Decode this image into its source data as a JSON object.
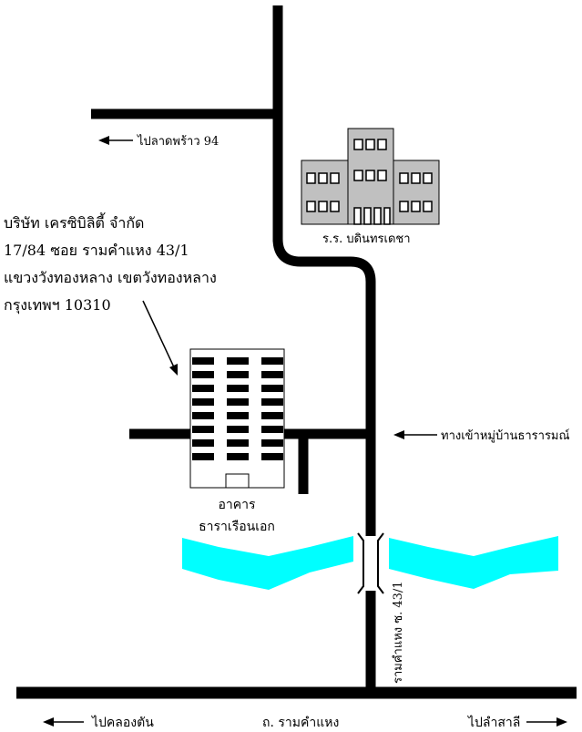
{
  "labels": {
    "to_ladprao": "ไปลาดพร้าว 94",
    "school": "ร.ร. บดินทรเดชา",
    "company_name": "บริษัท เครซิบิลิตี้ จำกัด",
    "address_line1": "17/84 ซอย รามคำแหง 43/1",
    "address_line2": "แขวงวังทองหลาง เขตวังทองหลาง",
    "address_line3": "กรุงเทพฯ 10310",
    "village_entrance": "ทางเข้าหมู่บ้านธารารมณ์",
    "building_line1": "อาคาร",
    "building_line2": "ธาราเรือนเอก",
    "soi_label": "รามคำแหง ซ. 43/1",
    "to_khlong_ton": "ไปคลองตัน",
    "main_road": "ถ. รามคำแหง",
    "to_lam_sali": "ไปลำสาลี"
  },
  "colors": {
    "road": "#000000",
    "canal": "#00ffff",
    "school_fill": "#c0c0c0",
    "background": "#ffffff"
  }
}
